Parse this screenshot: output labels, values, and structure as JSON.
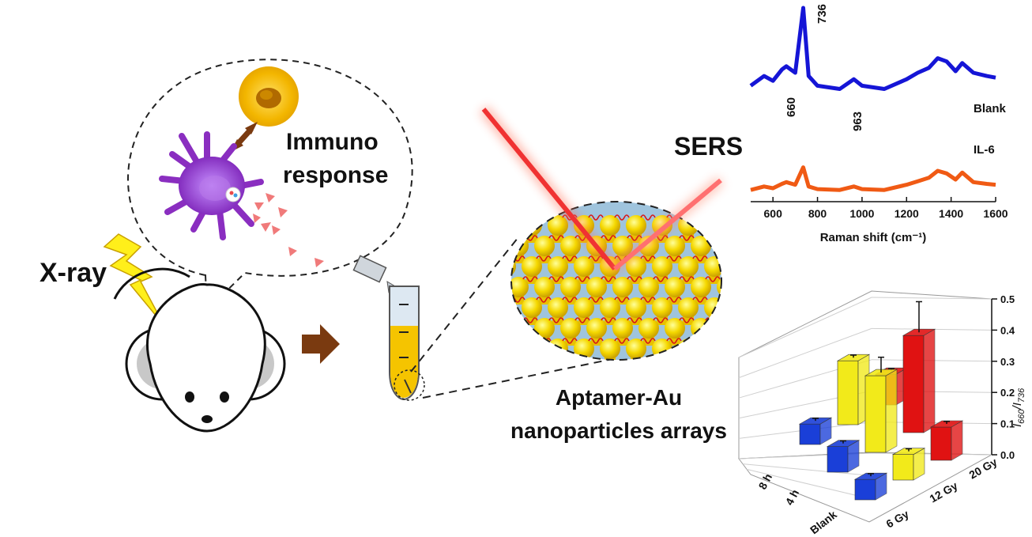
{
  "labels": {
    "xray": "X-ray",
    "immuno_line1": "Immuno",
    "immuno_line2": "response",
    "sers": "SERS",
    "aptamer_line1": "Aptamer-Au",
    "aptamer_line2": "nanoparticles arrays"
  },
  "colors": {
    "blank_spectrum": "#1515d6",
    "il6_spectrum": "#f05a14",
    "bar_blue": "#1a3fd8",
    "bar_yellow": "#f2ea1a",
    "bar_red": "#e01212",
    "arrow_brown": "#7a3a10",
    "laser": "#ff3b3b",
    "cell_purple": "#9a35c9",
    "gold": "#f5c400"
  },
  "chart_data": [
    {
      "type": "line",
      "xlabel": "Raman shift (cm⁻¹)",
      "ylabel": "",
      "xlim": [
        500,
        1600
      ],
      "xticks": [
        "600",
        "800",
        "1000",
        "1200",
        "1400",
        "1600"
      ],
      "peak_labels": [
        "660",
        "736",
        "963"
      ],
      "series": [
        {
          "name": "Blank",
          "x": [
            500,
            560,
            600,
            640,
            660,
            700,
            736,
            760,
            800,
            900,
            963,
            1000,
            1100,
            1200,
            1250,
            1300,
            1340,
            1380,
            1420,
            1450,
            1500,
            1560,
            1600
          ],
          "y": [
            0.52,
            0.58,
            0.55,
            0.62,
            0.64,
            0.6,
            1.0,
            0.58,
            0.52,
            0.5,
            0.56,
            0.52,
            0.5,
            0.56,
            0.6,
            0.63,
            0.69,
            0.67,
            0.61,
            0.66,
            0.6,
            0.58,
            0.57
          ]
        },
        {
          "name": "IL-6",
          "x": [
            500,
            560,
            600,
            640,
            660,
            700,
            736,
            760,
            800,
            900,
            963,
            1000,
            1100,
            1200,
            1250,
            1300,
            1340,
            1380,
            1420,
            1450,
            1500,
            1560,
            1600
          ],
          "y": [
            0.18,
            0.22,
            0.2,
            0.25,
            0.27,
            0.24,
            0.44,
            0.22,
            0.19,
            0.18,
            0.22,
            0.19,
            0.18,
            0.24,
            0.28,
            0.32,
            0.4,
            0.37,
            0.3,
            0.38,
            0.27,
            0.25,
            0.24
          ]
        }
      ]
    },
    {
      "type": "bar",
      "zlabel": "I660/I736",
      "zlabel_parts": {
        "i1": "I",
        "s1": "660",
        "sep": "/I",
        "s2": "736"
      },
      "zticks": [
        "0.0",
        "0.1",
        "0.2",
        "0.3",
        "0.4",
        "0.5"
      ],
      "zlim": [
        0,
        0.5
      ],
      "time_categories": [
        "Blank",
        "4 h",
        "8 h"
      ],
      "dose_categories": [
        "6 Gy",
        "12 Gy",
        "20 Gy"
      ],
      "series": [
        {
          "name": "Blank",
          "values": [
            0.08,
            0.1,
            0.13
          ]
        },
        {
          "name": "4 h",
          "values": [
            0.1,
            0.3,
            0.38
          ]
        },
        {
          "name": "8 h",
          "values": [
            0.08,
            0.25,
            0.12
          ]
        }
      ],
      "errors": [
        [
          0.01,
          0.01,
          0.01
        ],
        [
          0.01,
          0.06,
          0.12
        ],
        [
          0.01,
          0.01,
          0.01
        ]
      ]
    }
  ]
}
